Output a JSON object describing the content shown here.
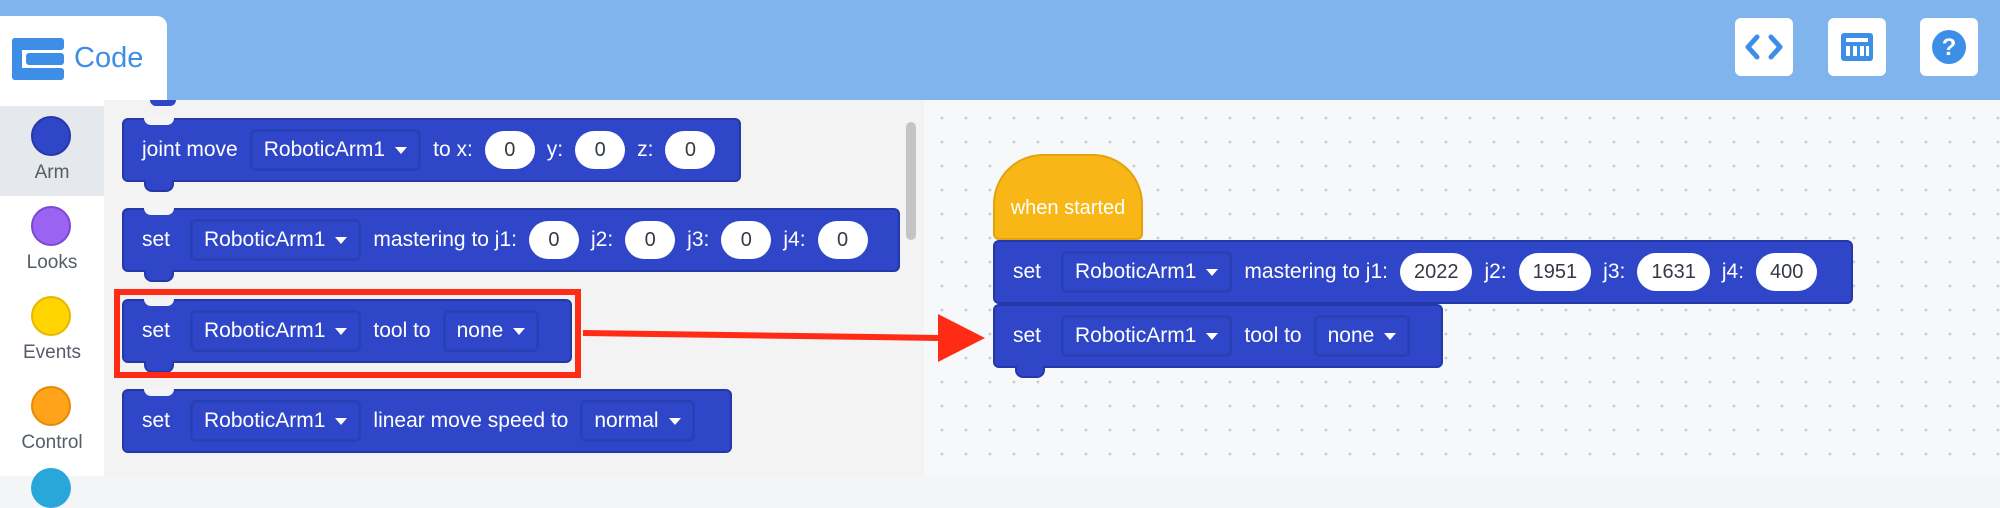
{
  "header": {
    "tab_label": "Code",
    "buttons": [
      {
        "name": "code-view-button",
        "icon": "code-brackets-icon"
      },
      {
        "name": "device-button",
        "icon": "device-port-icon"
      },
      {
        "name": "help-button",
        "icon": "help-icon"
      }
    ]
  },
  "sidebar": {
    "categories": [
      {
        "label": "Arm",
        "color": "#2f46c9"
      },
      {
        "label": "Looks",
        "color": "#9a63f2"
      },
      {
        "label": "Events",
        "color": "#ffd400"
      },
      {
        "label": "Control",
        "color": "#ffa31a"
      }
    ]
  },
  "palette": {
    "joint_move": {
      "label": "joint move",
      "robot": "RoboticArm1",
      "to_label": "to x:",
      "x": "0",
      "y_label": "y:",
      "y": "0",
      "z_label": "z:",
      "z": "0"
    },
    "mastering": {
      "set_label": "set",
      "robot": "RoboticArm1",
      "label": "mastering to j1:",
      "j1": "0",
      "j2_label": "j2:",
      "j2": "0",
      "j3_label": "j3:",
      "j3": "0",
      "j4_label": "j4:",
      "j4": "0"
    },
    "tool": {
      "set_label": "set",
      "robot": "RoboticArm1",
      "label": "tool to",
      "value": "none"
    },
    "speed": {
      "set_label": "set",
      "robot": "RoboticArm1",
      "label": "linear move speed to",
      "value": "normal"
    }
  },
  "workspace": {
    "hat_label": "when started",
    "mastering": {
      "set_label": "set",
      "robot": "RoboticArm1",
      "label": "mastering to j1:",
      "j1": "2022",
      "j2_label": "j2:",
      "j2": "1951",
      "j3_label": "j3:",
      "j3": "1631",
      "j4_label": "j4:",
      "j4": "400"
    },
    "tool": {
      "set_label": "set",
      "robot": "RoboticArm1",
      "label": "tool to",
      "value": "none"
    }
  },
  "annotation": {
    "highlight_color": "#ff2b14"
  }
}
